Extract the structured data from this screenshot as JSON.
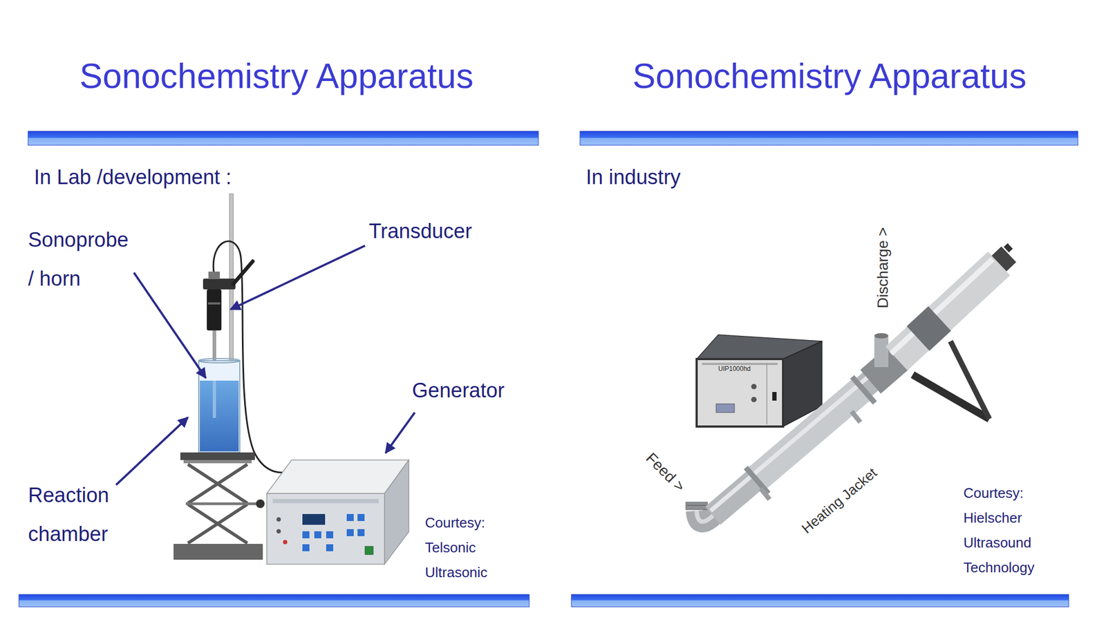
{
  "diagram": {
    "nodes": [
      {
        "text": [
          "Sonochemistry Apparatus",
          "In Lab /development :"
        ]
      },
      {
        "text": [
          "Sonochemistry Apparatus",
          "In industry"
        ]
      }
    ],
    "labels": [
      "Sonoprobe / horn",
      "Transducer",
      "Generator",
      "Reaction chamber",
      "Courtesy: Telsonic Ultrasonic",
      "Discharge >",
      "Feed >",
      "Heating Jacket",
      "Courtesy: Hielscher Ultrasound Technology",
      "UIP1000hd"
    ]
  }
}
